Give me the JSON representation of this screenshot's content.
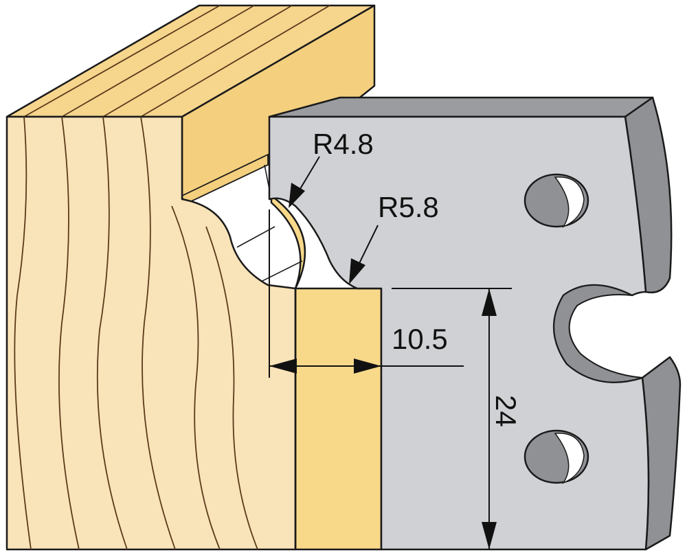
{
  "diagram": {
    "colors": {
      "wood_face": "#f9e3b8",
      "wood_top": "#f6d58d",
      "wood_profile": "#f3cf7e",
      "wood_side": "#f8d98a",
      "grain_line": "#5a3a1a",
      "knife_face": "#cfd1d4",
      "knife_top": "#9a9ca0",
      "knife_side": "#8f9195",
      "outline": "#1a1a1a"
    },
    "labels": {
      "radius_upper": "R4.8",
      "radius_lower": "R5.8",
      "width_dimension": "10.5",
      "height_dimension": "24"
    }
  }
}
